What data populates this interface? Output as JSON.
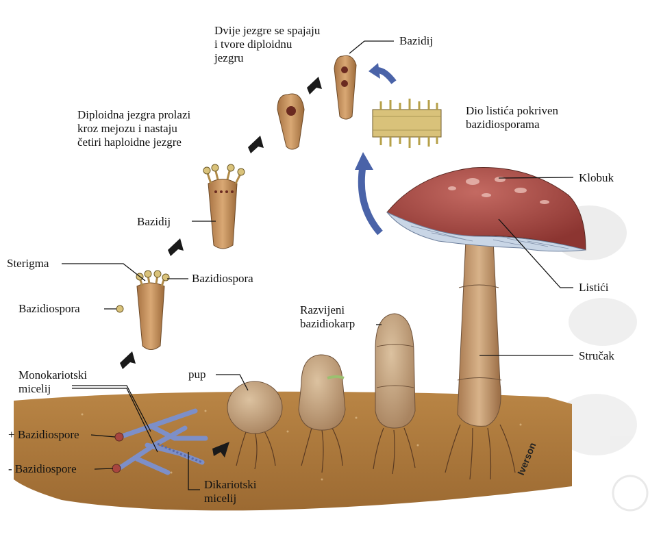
{
  "labels": {
    "dvije_jezgre": "Dvije jezgre se spajaju\ni tvore diploidnu\njezgru",
    "bazidij_top": "Bazidij",
    "dio_listica": "Dio listića pokriven\nbazidiosporama",
    "diploidna_jezgra": "Diploidna jezgra prolazi\nkroz mejozu i nastaju\nčetiri haploidne jezgre",
    "klobuk": "Klobuk",
    "bazidij_mid": "Bazidij",
    "sterigma": "Sterigma",
    "bazidiospora_right": "Bazidiospora",
    "bazidiospora_left": "Bazidiospora",
    "listici": "Listići",
    "razvijeni": "Razvijeni\nbazidiokarp",
    "strucak": "Stručak",
    "monokariotski": "Monokariotski\nmicelij",
    "pup": "pup",
    "plus_bazidiospore": "+ Bazidiospore",
    "minus_bazidiospore": "- Bazidiospore",
    "dikariotski": "Dikariotski\nmicelij",
    "signature": "Iverson"
  },
  "colors": {
    "soil": "#b07a3c",
    "soil_dark": "#8a5a28",
    "cap": "#a8453f",
    "stalk": "#c89868",
    "basidium": "#c08a55",
    "mycelium": "#7d8fc8",
    "arrow_blue": "#4a63a8",
    "arrow_black": "#1a1a1a"
  }
}
